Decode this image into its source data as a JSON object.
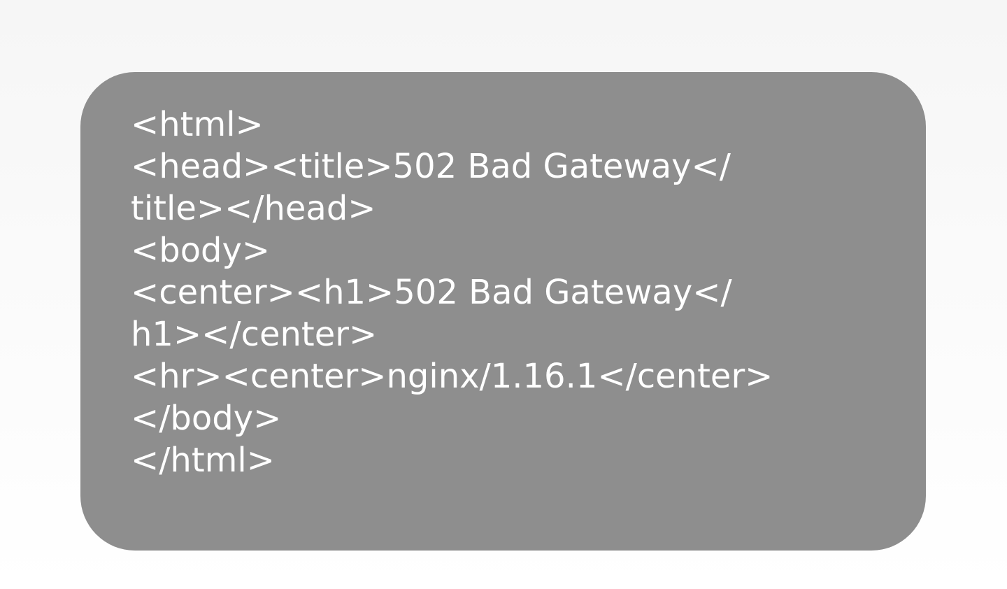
{
  "card": {
    "lines": [
      "<html>",
      "<head><title>502 Bad Gateway</",
      "title></head>",
      "<body>",
      "<center><h1>502 Bad Gateway</",
      "h1></center>",
      "<hr><center>nginx/1.16.1</center>",
      "</body>",
      "</html>"
    ]
  },
  "colors": {
    "page_background": "#f7f7f7",
    "card_background": "#8e8e8e",
    "text": "#ffffff"
  }
}
